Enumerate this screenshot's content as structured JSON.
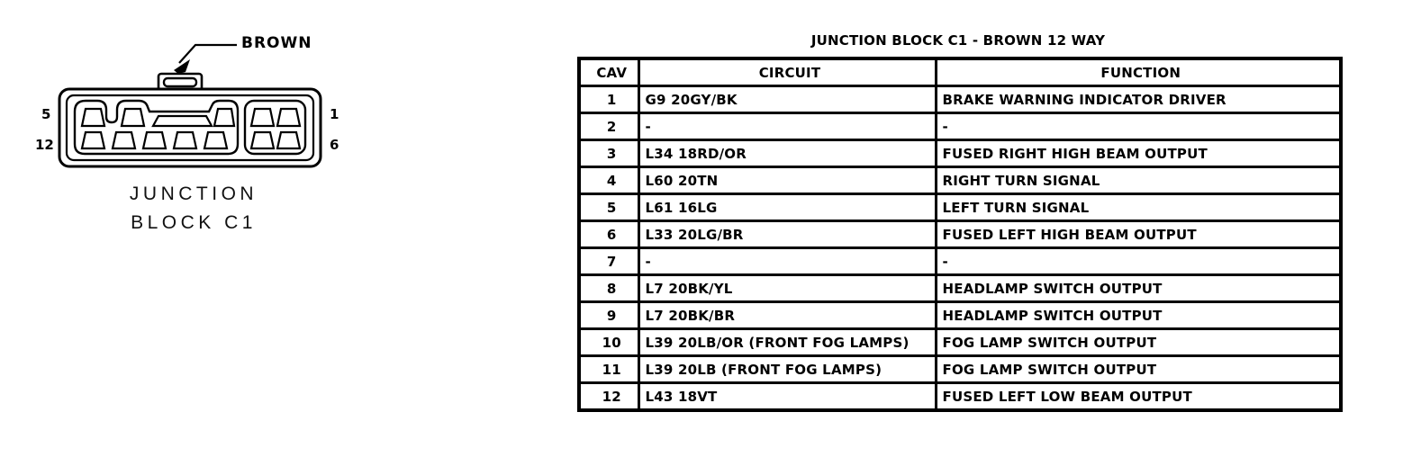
{
  "connector": {
    "color_callout": "BROWN",
    "caption_line1": "JUNCTION",
    "caption_line2": "BLOCK C1",
    "pin_label_top_left": "5",
    "pin_label_bottom_left": "12",
    "pin_label_top_right": "1",
    "pin_label_bottom_right": "6"
  },
  "table": {
    "title": "JUNCTION BLOCK C1 - BROWN 12 WAY",
    "headers": {
      "cav": "CAV",
      "circuit": "CIRCUIT",
      "function": "FUNCTION"
    },
    "rows": [
      {
        "cav": "1",
        "circuit": "G9 20GY/BK",
        "function": "BRAKE WARNING INDICATOR DRIVER"
      },
      {
        "cav": "2",
        "circuit": "-",
        "function": "-"
      },
      {
        "cav": "3",
        "circuit": "L34 18RD/OR",
        "function": "FUSED RIGHT HIGH BEAM OUTPUT"
      },
      {
        "cav": "4",
        "circuit": "L60 20TN",
        "function": "RIGHT TURN SIGNAL"
      },
      {
        "cav": "5",
        "circuit": "L61 16LG",
        "function": "LEFT TURN SIGNAL"
      },
      {
        "cav": "6",
        "circuit": "L33 20LG/BR",
        "function": "FUSED LEFT HIGH BEAM OUTPUT"
      },
      {
        "cav": "7",
        "circuit": "-",
        "function": "-"
      },
      {
        "cav": "8",
        "circuit": "L7 20BK/YL",
        "function": "HEADLAMP SWITCH OUTPUT"
      },
      {
        "cav": "9",
        "circuit": "L7 20BK/BR",
        "function": "HEADLAMP SWITCH OUTPUT"
      },
      {
        "cav": "10",
        "circuit": "L39 20LB/OR (FRONT FOG LAMPS)",
        "function": "FOG LAMP SWITCH OUTPUT"
      },
      {
        "cav": "11",
        "circuit": "L39 20LB (FRONT FOG LAMPS)",
        "function": "FOG LAMP SWITCH OUTPUT"
      },
      {
        "cav": "12",
        "circuit": "L43 18VT",
        "function": "FUSED LEFT LOW BEAM OUTPUT"
      }
    ]
  },
  "colors": {
    "line": "#000000",
    "background": "#ffffff"
  }
}
